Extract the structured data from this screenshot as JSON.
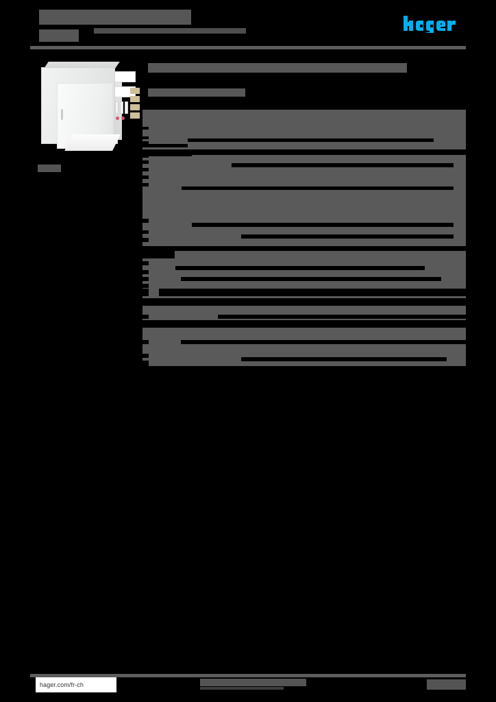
{
  "document": {
    "type": "product-datasheet",
    "brand": "hager",
    "page_background": "#000000",
    "redaction_color": "#5a5a5a",
    "accent_color": "#00AEEF"
  },
  "header": {
    "title_redacted": "",
    "subtitle_redacted": "",
    "rule_color": "#5d5d5d",
    "logo": {
      "name": "hager-logo",
      "wordmark": "hager",
      "color": "#00AEEF"
    }
  },
  "product": {
    "image_alt": "electrical distribution enclosure with modular breakers and terminal blocks",
    "code_redacted": ""
  },
  "content": {
    "main_title_redacted": "",
    "main_subtitle_redacted": ""
  },
  "spec_table": {
    "blocks": [
      {
        "name": "spec-block-1",
        "rows_redacted": 4
      },
      {
        "name": "spec-block-2",
        "rows_redacted": 9
      },
      {
        "name": "spec-block-3",
        "rows_redacted": 11
      }
    ]
  },
  "footer": {
    "url": "hager.com/fr-ch",
    "center_redacted": "",
    "page_number_redacted": "",
    "rule_color": "#5d5d5d"
  }
}
